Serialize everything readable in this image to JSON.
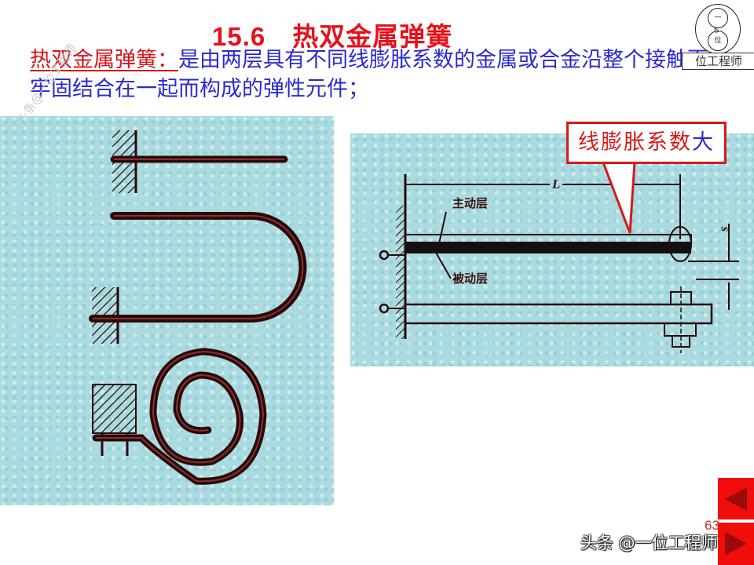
{
  "slide": {
    "section_number": "15.6",
    "title": "热双金属弹簧",
    "definition": {
      "term": "热双金属弹簧：",
      "body": "是由两层具有不同线膨胀系数的金属或合金沿整个接触面牢固结合在一起而构成的弹性元件；"
    },
    "page_number": "63"
  },
  "logo": {
    "top_glyph": "一",
    "mid_glyph": "ち",
    "bottom_glyph": "位",
    "label": "位工程师"
  },
  "watermark": {
    "diagonal_text": "头条@一位工程师",
    "bottom_text": "头条 @一位工程师"
  },
  "right_diagram": {
    "callout_main": "线膨胀系数",
    "callout_accent": "大",
    "label_active_layer": "主动层",
    "label_passive_layer": "被动层",
    "label_length": "L",
    "label_deflection": "s"
  },
  "left_diagram": {
    "shapes": [
      "straight-cantilever",
      "u-shaped",
      "spiral"
    ]
  },
  "nav": {
    "prev_icon": "triangle-left-icon",
    "next_icon": "triangle-right-icon"
  },
  "colors": {
    "title_red": "#e8101a",
    "body_blue": "#2a2ad0",
    "panel_bg": "#a9dbe0",
    "nav_red": "#f20d0d",
    "nav_dark": "#9c0a0a"
  }
}
